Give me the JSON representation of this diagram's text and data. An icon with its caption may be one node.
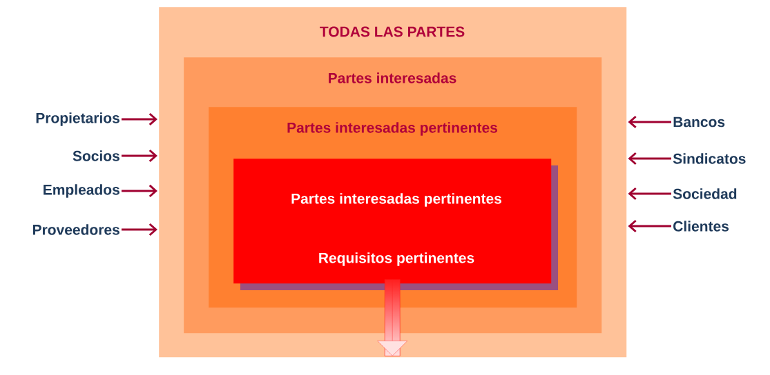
{
  "diagram": {
    "nodes": [
      {
        "text": [
          "TODAS LAS PARTES"
        ]
      },
      {
        "text": [
          "Partes interesadas"
        ],
        "in": 0
      },
      {
        "text": [
          "Partes interesadas pertinentes"
        ],
        "in": 1
      },
      {
        "text": [
          "Partes interesadas pertinentes",
          "Requisitos pertinentes"
        ],
        "in": 2
      },
      {
        "text": [
          "Propietarios"
        ]
      },
      {
        "text": [
          "Socios"
        ]
      },
      {
        "text": [
          "Empleados"
        ]
      },
      {
        "text": [
          "Proveedores"
        ]
      },
      {
        "text": [
          "Bancos"
        ]
      },
      {
        "text": [
          "Sindicatos"
        ]
      },
      {
        "text": [
          "Sociedad"
        ]
      },
      {
        "text": [
          "Clientes"
        ]
      }
    ],
    "edges": [
      {
        "from": 4,
        "to": 0,
        "arrow": "to"
      },
      {
        "from": 5,
        "to": 0,
        "arrow": "to"
      },
      {
        "from": 6,
        "to": 0,
        "arrow": "to"
      },
      {
        "from": 7,
        "to": 0,
        "arrow": "to"
      },
      {
        "from": 8,
        "to": 0,
        "arrow": "to"
      },
      {
        "from": 9,
        "to": 0,
        "arrow": "to"
      },
      {
        "from": 10,
        "to": 0,
        "arrow": "to"
      },
      {
        "from": 11,
        "to": 0,
        "arrow": "to"
      },
      {
        "from": 3,
        "to": null,
        "arrow": "to",
        "color": "#ff2020"
      }
    ]
  }
}
